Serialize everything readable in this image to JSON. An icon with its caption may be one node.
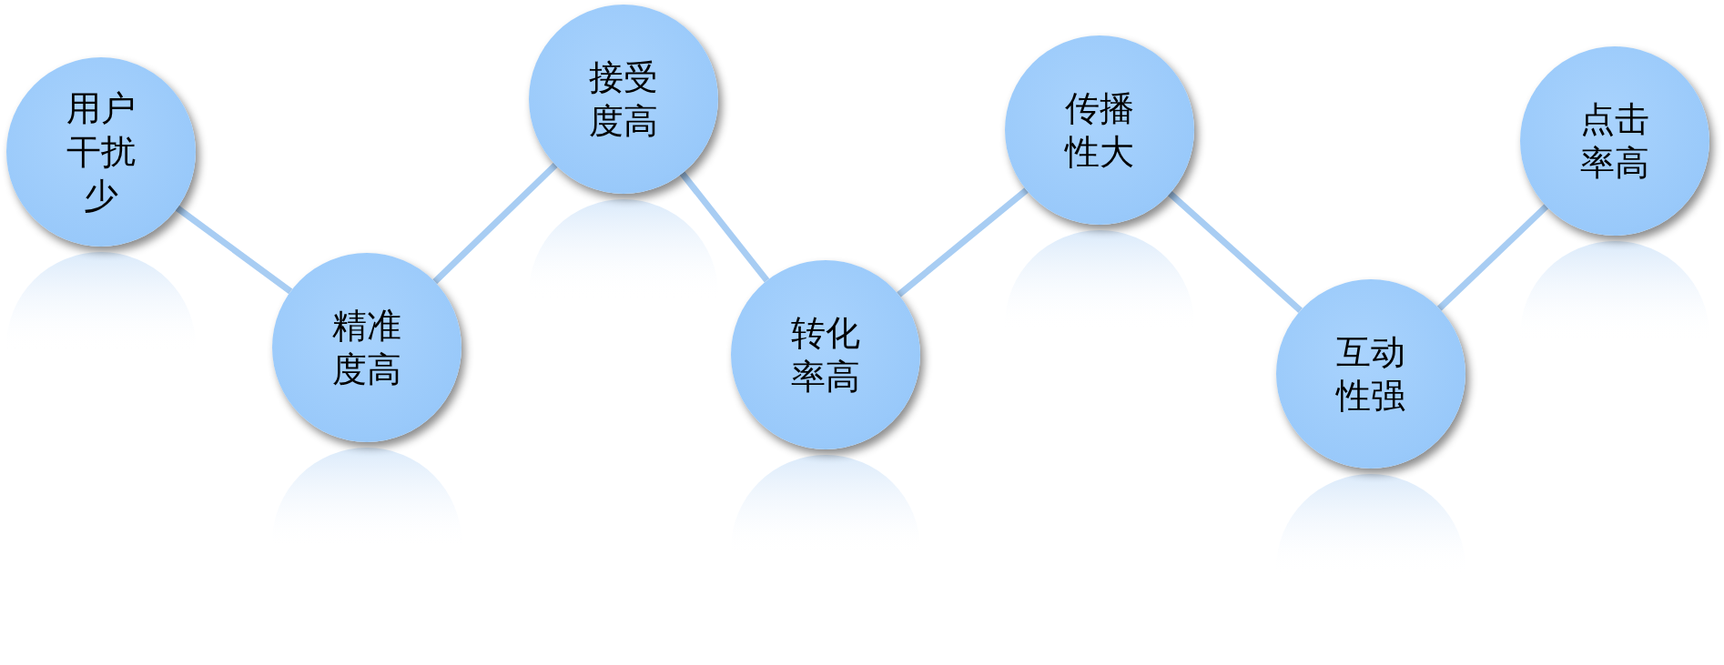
{
  "diagram": {
    "nodes": [
      {
        "text": [
          "用户干扰少"
        ]
      },
      {
        "text": [
          "精准度高"
        ]
      },
      {
        "text": [
          "接受度高"
        ]
      },
      {
        "text": [
          "转化率高"
        ]
      },
      {
        "text": [
          "传播性大"
        ]
      },
      {
        "text": [
          "互动性强"
        ]
      },
      {
        "text": [
          "点击率高"
        ]
      }
    ],
    "edges": [
      {
        "from": 0,
        "to": 1,
        "arrow": "none"
      },
      {
        "from": 1,
        "to": 2,
        "arrow": "none"
      },
      {
        "from": 2,
        "to": 3,
        "arrow": "none"
      },
      {
        "from": 3,
        "to": 4,
        "arrow": "none"
      },
      {
        "from": 4,
        "to": 5,
        "arrow": "none"
      },
      {
        "from": 5,
        "to": 6,
        "arrow": "none"
      }
    ]
  }
}
